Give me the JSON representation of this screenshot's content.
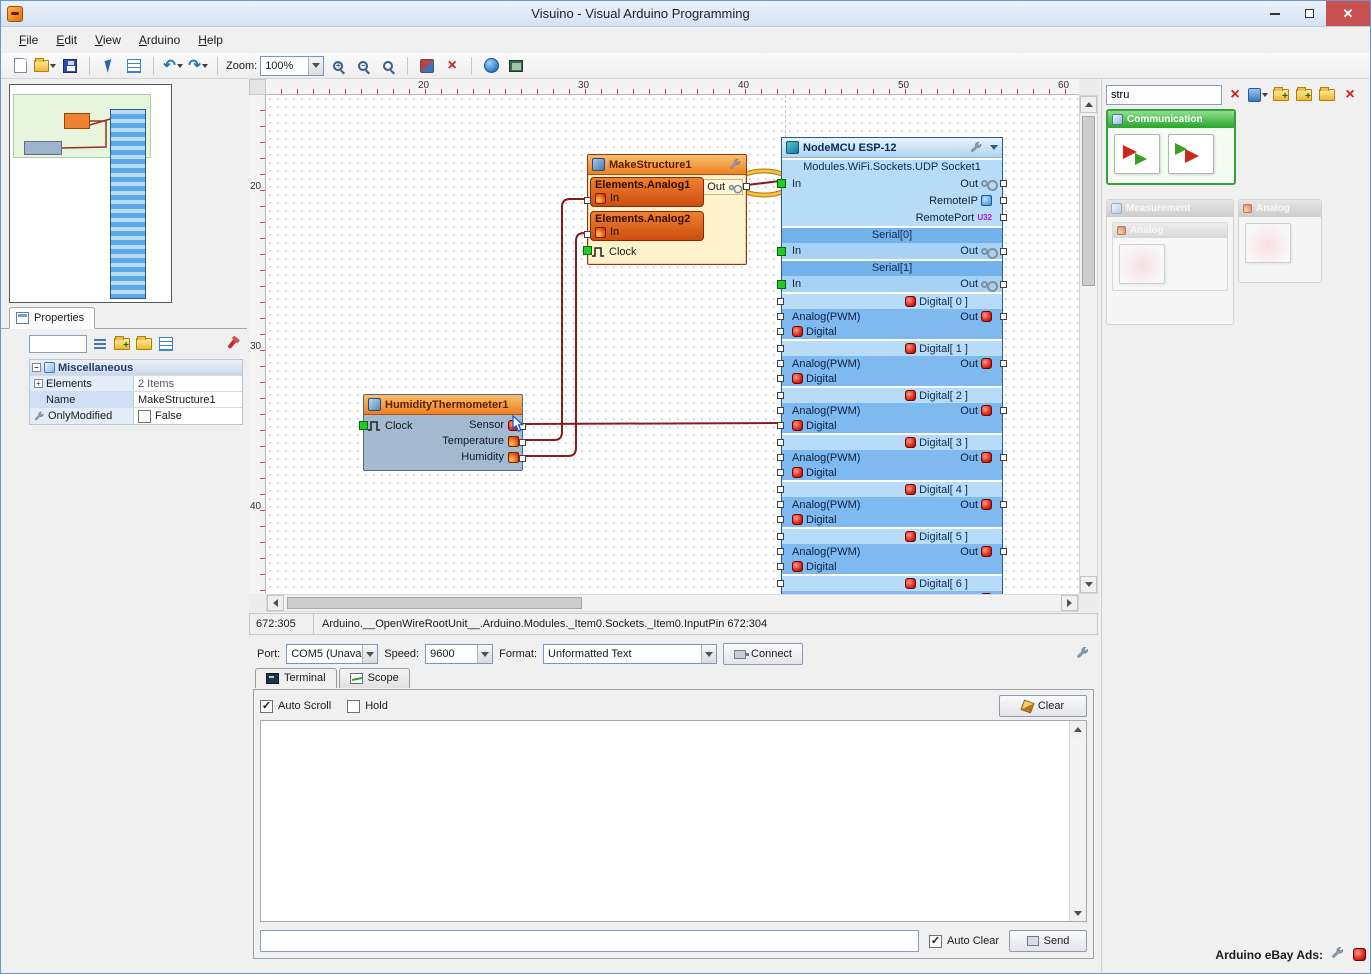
{
  "window": {
    "title": "Visuino - Visual Arduino Programming"
  },
  "menubar": {
    "items": [
      "File",
      "Edit",
      "View",
      "Arduino",
      "Help"
    ]
  },
  "toolbar": {
    "zoom_label": "Zoom:",
    "zoom_value": "100%"
  },
  "colors": {
    "wire": "#8b1a1a",
    "highlight_gold": "#e8a400",
    "pin_green": "#22cc22",
    "component_blue": "#7db9ed",
    "component_orange": "#ef8230",
    "communication_green": "#38a038",
    "close_button_red": "#c75050"
  },
  "left_panel": {
    "properties_tab_label": "Properties",
    "category_label": "Miscellaneous",
    "rows": [
      {
        "label": "Elements",
        "value": "2 Items"
      },
      {
        "label": "Name",
        "value": "MakeStructure1"
      },
      {
        "label": "OnlyModified",
        "value": "False"
      }
    ]
  },
  "ruler": {
    "h_labels": [
      "20",
      "30",
      "40",
      "50",
      "60"
    ],
    "v_labels": [
      "20",
      "30",
      "40"
    ]
  },
  "canvas": {
    "make_structure": {
      "title": "MakeStructure1",
      "out_label": "Out",
      "clock_label": "Clock",
      "elements": [
        {
          "label": "Elements.Analog1",
          "pin_label": "In"
        },
        {
          "label": "Elements.Analog2",
          "pin_label": "In"
        }
      ]
    },
    "nodemcu": {
      "title": "NodeMCU ESP-12",
      "udp": {
        "title": "Modules.WiFi.Sockets.UDP Socket1",
        "in_label": "In",
        "out_label": "Out",
        "remote_ip_label": "RemoteIP",
        "remote_port_label": "RemotePort",
        "remote_port_type": "U32"
      },
      "serial": {
        "titles": [
          "Serial[0]",
          "Serial[1]"
        ],
        "in_label": "In",
        "out_label": "Out"
      },
      "digital": {
        "titles": [
          "Digital[ 0 ]",
          "Digital[ 1 ]",
          "Digital[ 2 ]",
          "Digital[ 3 ]",
          "Digital[ 4 ]",
          "Digital[ 5 ]",
          "Digital[ 6 ]"
        ],
        "analog_label": "Analog(PWM)",
        "out_label": "Out",
        "digital_label": "Digital"
      }
    },
    "humidity": {
      "title": "HumidityThermometer1",
      "clock_label": "Clock",
      "pins": [
        {
          "label": "Sensor"
        },
        {
          "label": "Temperature"
        },
        {
          "label": "Humidity"
        }
      ]
    }
  },
  "statusbar": {
    "coords": "672:305",
    "path": "Arduino.__OpenWireRootUnit__.Arduino.Modules._Item0.Sockets._Item0.InputPin 672:304"
  },
  "serial_panel": {
    "port_label": "Port:",
    "port_value": "COM5 (Unava",
    "speed_label": "Speed:",
    "speed_value": "9600",
    "format_label": "Format:",
    "format_value": "Unformatted Text",
    "connect_label": "Connect",
    "tabs": [
      {
        "label": "Terminal"
      },
      {
        "label": "Scope"
      }
    ],
    "auto_scroll_label": "Auto Scroll",
    "hold_label": "Hold",
    "clear_label": "Clear",
    "auto_clear_label": "Auto Clear",
    "send_label": "Send"
  },
  "right_panel": {
    "search_value": "stru",
    "communication_label": "Communication",
    "measurement_label": "Measurement",
    "measurement_child_label": "Analog",
    "analog_label": "Analog",
    "ads_label": "Arduino eBay Ads:"
  }
}
